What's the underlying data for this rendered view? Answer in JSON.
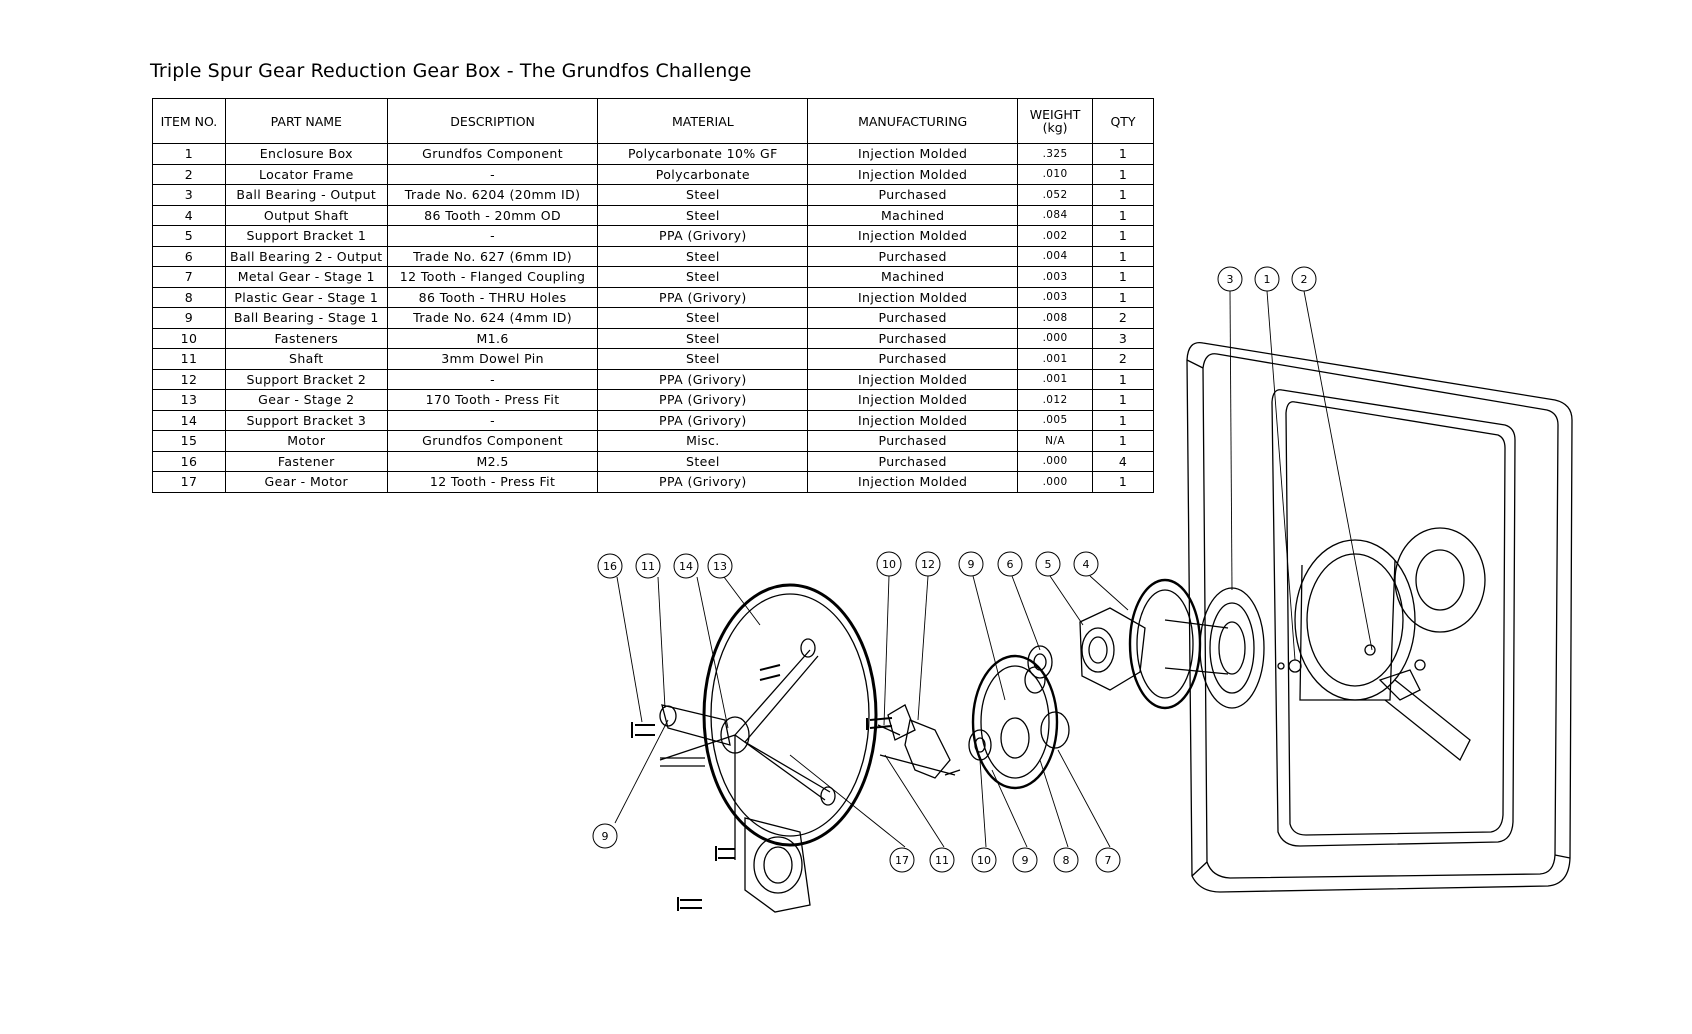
{
  "title": "Triple Spur Gear Reduction Gear Box - The Grundfos Challenge",
  "bom": {
    "headers": {
      "item": "ITEM NO.",
      "part": "PART NAME",
      "desc": "DESCRIPTION",
      "material": "MATERIAL",
      "manufacturing": "MANUFACTURING",
      "weight": "WEIGHT",
      "weight_unit": "(kg)",
      "qty": "QTY"
    },
    "rows": [
      {
        "item": "1",
        "part": "Enclosure Box",
        "desc": "Grundfos Component",
        "material": "Polycarbonate 10% GF",
        "mfg": "Injection Molded",
        "weight": ".325",
        "qty": "1"
      },
      {
        "item": "2",
        "part": "Locator Frame",
        "desc": "-",
        "material": "Polycarbonate",
        "mfg": "Injection Molded",
        "weight": ".010",
        "qty": "1"
      },
      {
        "item": "3",
        "part": "Ball Bearing - Output",
        "desc": "Trade No. 6204 (20mm ID)",
        "material": "Steel",
        "mfg": "Purchased",
        "weight": ".052",
        "qty": "1"
      },
      {
        "item": "4",
        "part": "Output Shaft",
        "desc": "86 Tooth - 20mm OD",
        "material": "Steel",
        "mfg": "Machined",
        "weight": ".084",
        "qty": "1"
      },
      {
        "item": "5",
        "part": "Support Bracket 1",
        "desc": "-",
        "material": "PPA (Grivory)",
        "mfg": "Injection Molded",
        "weight": ".002",
        "qty": "1"
      },
      {
        "item": "6",
        "part": "Ball Bearing 2 - Output",
        "desc": "Trade No. 627 (6mm ID)",
        "material": "Steel",
        "mfg": "Purchased",
        "weight": ".004",
        "qty": "1"
      },
      {
        "item": "7",
        "part": "Metal Gear - Stage 1",
        "desc": "12 Tooth - Flanged Coupling",
        "material": "Steel",
        "mfg": "Machined",
        "weight": ".003",
        "qty": "1"
      },
      {
        "item": "8",
        "part": "Plastic Gear - Stage 1",
        "desc": "86 Tooth - THRU Holes",
        "material": "PPA (Grivory)",
        "mfg": "Injection Molded",
        "weight": ".003",
        "qty": "1"
      },
      {
        "item": "9",
        "part": "Ball Bearing - Stage 1",
        "desc": "Trade No. 624 (4mm ID)",
        "material": "Steel",
        "mfg": "Purchased",
        "weight": ".008",
        "qty": "2"
      },
      {
        "item": "10",
        "part": "Fasteners",
        "desc": "M1.6",
        "material": "Steel",
        "mfg": "Purchased",
        "weight": ".000",
        "qty": "3"
      },
      {
        "item": "11",
        "part": "Shaft",
        "desc": "3mm Dowel Pin",
        "material": "Steel",
        "mfg": "Purchased",
        "weight": ".001",
        "qty": "2"
      },
      {
        "item": "12",
        "part": "Support Bracket 2",
        "desc": "-",
        "material": "PPA (Grivory)",
        "mfg": "Injection Molded",
        "weight": ".001",
        "qty": "1"
      },
      {
        "item": "13",
        "part": "Gear - Stage 2",
        "desc": "170 Tooth - Press Fit",
        "material": "PPA (Grivory)",
        "mfg": "Injection Molded",
        "weight": ".012",
        "qty": "1"
      },
      {
        "item": "14",
        "part": "Support Bracket 3",
        "desc": "-",
        "material": "PPA (Grivory)",
        "mfg": "Injection Molded",
        "weight": ".005",
        "qty": "1"
      },
      {
        "item": "15",
        "part": "Motor",
        "desc": "Grundfos Component",
        "material": "Misc.",
        "mfg": "Purchased",
        "weight": "N/A",
        "qty": "1"
      },
      {
        "item": "16",
        "part": "Fastener",
        "desc": "M2.5",
        "material": "Steel",
        "mfg": "Purchased",
        "weight": ".000",
        "qty": "4"
      },
      {
        "item": "17",
        "part": "Gear - Motor",
        "desc": "12 Tooth - Press Fit",
        "material": "PPA (Grivory)",
        "mfg": "Injection Molded",
        "weight": ".000",
        "qty": "1"
      }
    ]
  },
  "balloons": [
    "3",
    "1",
    "2",
    "16",
    "11",
    "14",
    "13",
    "10",
    "12",
    "9",
    "6",
    "5",
    "4",
    "9",
    "17",
    "11",
    "10",
    "9",
    "8",
    "7"
  ]
}
